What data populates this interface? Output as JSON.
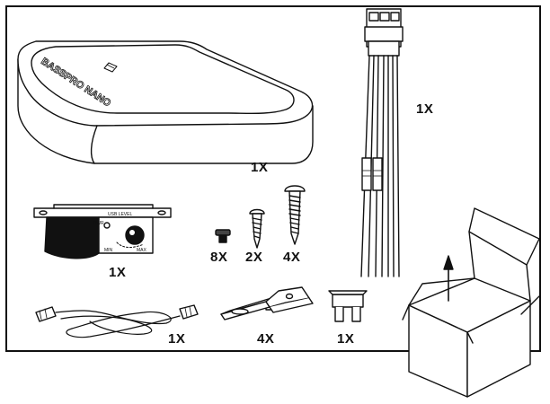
{
  "amplifier": {
    "brand": "BASSPRO NANO",
    "qty": "1X"
  },
  "wire_harness": {
    "qty": "1X"
  },
  "remote_level_control": {
    "qty": "1X",
    "title": "USB LEVEL",
    "pwr": "PWR",
    "min": "MIN",
    "max": "MAX"
  },
  "bolts": {
    "qty": "8X"
  },
  "short_screws": {
    "qty": "2X"
  },
  "long_screws": {
    "qty": "4X"
  },
  "rca_cable": {
    "qty": "1X"
  },
  "mounting_brackets": {
    "qty": "4X"
  },
  "fuse": {
    "qty": "1X"
  },
  "colors": {
    "line": "#111111",
    "fill": "#ffffff"
  }
}
